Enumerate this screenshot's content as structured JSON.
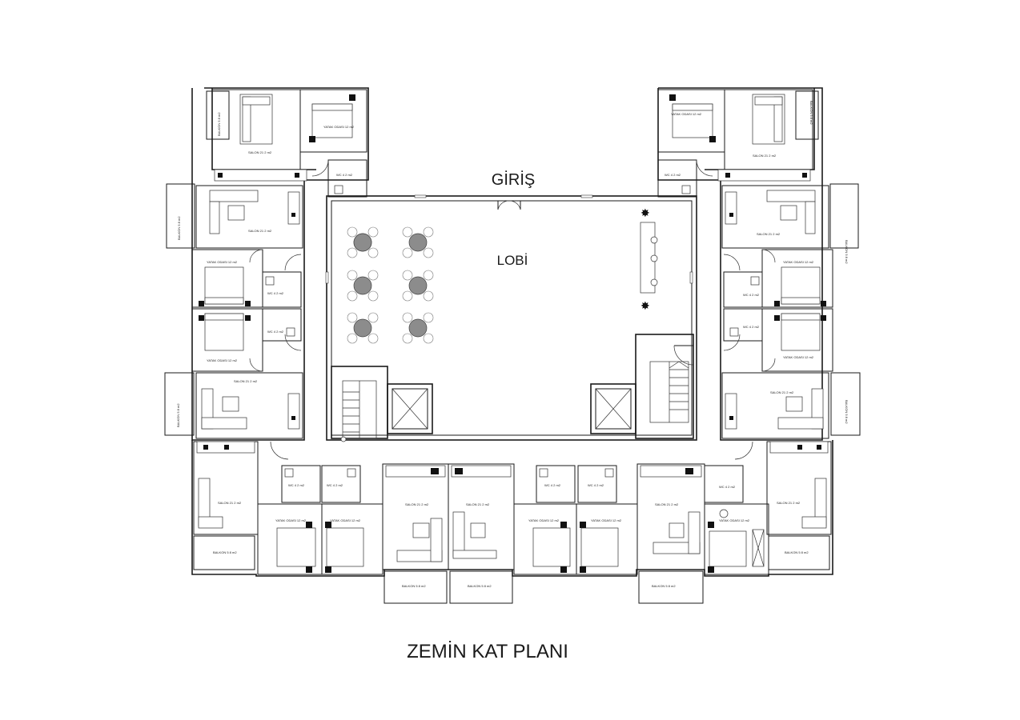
{
  "labels": {
    "entrance": "GİRİŞ",
    "lobby": "LOBİ",
    "title": "ZEMİN KAT PLANI"
  },
  "room_labels": {
    "salon": "SALON 21 2 m2",
    "bedroom": "YATAK ODASI 12 m2",
    "wc": "WC 4 2 m2",
    "balcony": "BALKON 5 8 m2"
  },
  "colors": {
    "line": "#1a1a1a",
    "table": "#8c8c8c",
    "background": "#ffffff"
  }
}
